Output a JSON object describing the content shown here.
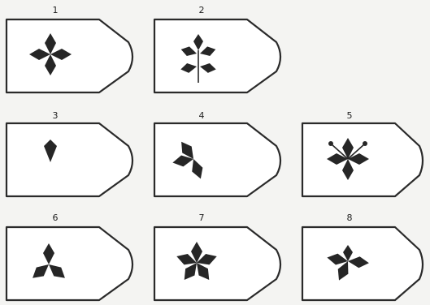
{
  "figure": {
    "tabs": [
      {
        "number": "1",
        "shape": "four-petal cross",
        "petal_count": 4
      },
      {
        "number": "2",
        "shape": "branched five-leaf with stem",
        "petal_count": 5
      },
      {
        "number": "3",
        "shape": "single petal",
        "petal_count": 1
      },
      {
        "number": "4",
        "shape": "three-petal",
        "petal_count": 3
      },
      {
        "number": "5",
        "shape": "four-petal with two stamens",
        "petal_count": 4
      },
      {
        "number": "6",
        "shape": "three-petal (tripod)",
        "petal_count": 3
      },
      {
        "number": "7",
        "shape": "five-petal star",
        "petal_count": 5
      },
      {
        "number": "8",
        "shape": "four-petal (one short)",
        "petal_count": 4
      }
    ]
  }
}
